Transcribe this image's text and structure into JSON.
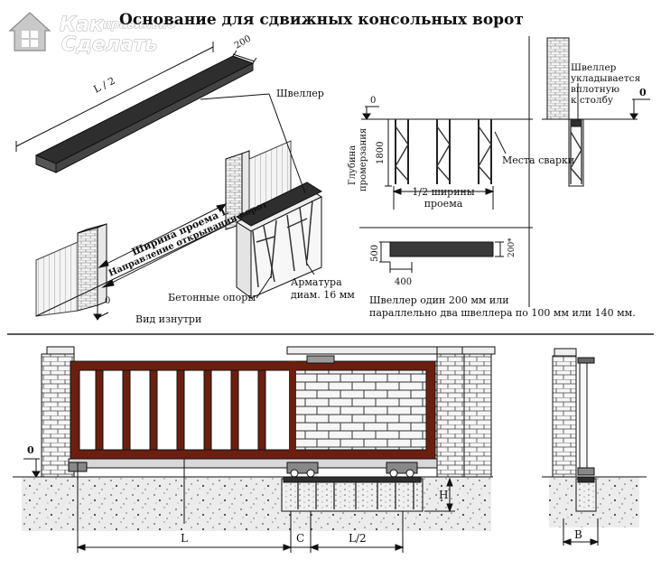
{
  "title": "Основание для сдвижных консольных ворот",
  "logo": {
    "line1a": "Как",
    "line1b": "правильно",
    "line2": "Сделать"
  },
  "top_left": {
    "half_length": "L / 2",
    "channel_width": "200",
    "channel_label": "Швеллер",
    "opening_width": "Ширина проема L",
    "opening_direction": "Направление открывания ворот",
    "zero_mark": "0",
    "concrete_supports": "Бетонные опоры",
    "rebar_line1": "Арматура",
    "rebar_line2": "диам. 16 мм",
    "view_inside": "Вид изнутри"
  },
  "top_right": {
    "zero_left": "0",
    "zero_right": "0",
    "freeze_depth_line1": "Глубина",
    "freeze_depth_line2": "промерзания",
    "freeze_depth_value": "1800",
    "half_width_line1": "1/2 ширины",
    "half_width_line2": "проема",
    "weld_points": "Места сварки",
    "channel_note_line1": "Швеллер",
    "channel_note_line2": "укладывается",
    "channel_note_line3": "вплотную",
    "channel_note_line4": "к столбу",
    "dim_500": "500",
    "dim_400": "400",
    "dim_200": "200*",
    "channel_options_line1": "Швеллер один 200 мм или",
    "channel_options_line2": "параллельно два швеллера по 100 мм или 140 мм."
  },
  "bottom": {
    "zero_mark": "0",
    "dim_L": "L",
    "dim_C": "C",
    "dim_half_L": "L/2",
    "dim_H": "H",
    "dim_B": "B"
  },
  "colors": {
    "gate_frame": "#6b1f10",
    "channel": "#2b2b2b",
    "brick": "#f4f4f4",
    "line": "#111111"
  }
}
